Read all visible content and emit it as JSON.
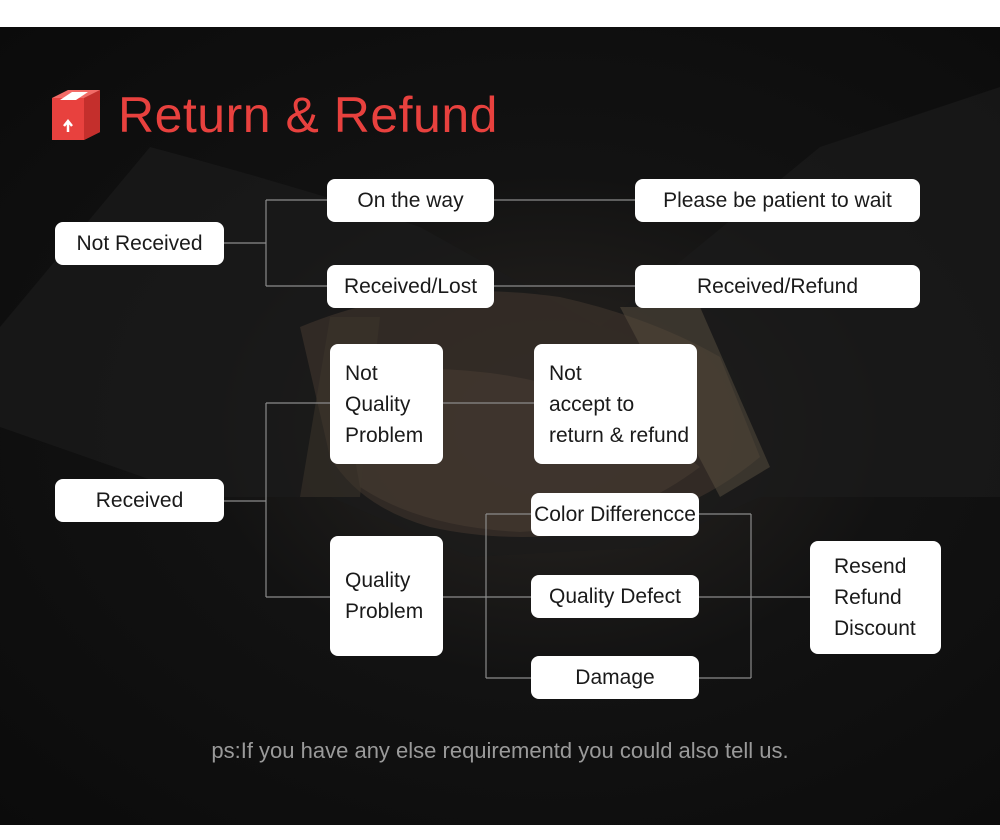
{
  "title": "Return & Refund",
  "colors": {
    "accent": "#e8413e",
    "background": "#111111",
    "node": "#ffffff",
    "connector": "#8a8a8a"
  },
  "icon": "package-box-icon",
  "nodes": {
    "not_received": "Not Received",
    "on_the_way": "On the way",
    "please_wait": "Please be patient to wait",
    "received_lost": "Received/Lost",
    "received_refund": "Received/Refund",
    "received": "Received",
    "not_quality_problem": "Not\nQuality\nProblem",
    "not_accept": "Not\naccept to\nreturn & refund",
    "quality_problem": "Quality\nProblem",
    "color_difference": "Color Differencce",
    "quality_defect": "Quality Defect",
    "damage": "Damage",
    "resolution": "Resend\nRefund\nDiscount"
  },
  "footnote": "ps:If you have any else requirementd you could also tell us."
}
